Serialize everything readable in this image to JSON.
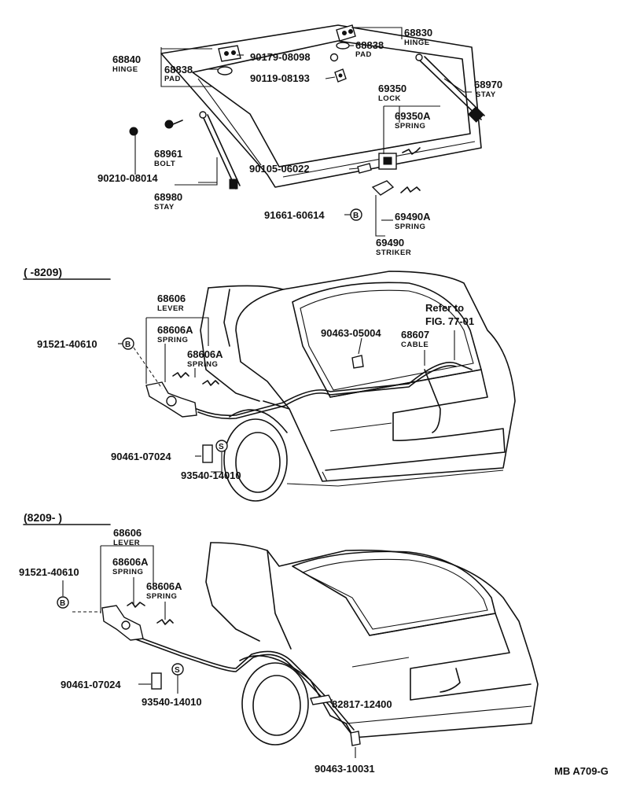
{
  "top": {
    "hinge_right": {
      "no": "68830",
      "name": "HINGE"
    },
    "pad_right": {
      "no": "68838",
      "name": "PAD"
    },
    "hinge_left": {
      "no": "68840",
      "name": "HINGE"
    },
    "pad_left": {
      "no": "68838",
      "name": "PAD"
    },
    "bolt_a": "90179-08098",
    "bolt_b": "90119-08193",
    "lock": {
      "no": "69350",
      "name": "LOCK"
    },
    "lock_spring": {
      "no": "69350A",
      "name": "SPRING"
    },
    "stay_right": {
      "no": "68970",
      "name": "STAY"
    },
    "bolt_left": {
      "no": "68961",
      "name": "BOLT"
    },
    "bolt_c": "90210-08014",
    "stay_left": {
      "no": "68980",
      "name": "STAY"
    },
    "screw": "90105-06022",
    "clip": "91661-60614",
    "striker_spring": {
      "no": "69490A",
      "name": "SPRING"
    },
    "striker": {
      "no": "69490",
      "name": "STRIKER"
    }
  },
  "mid": {
    "header": "(      -8209)",
    "lever": {
      "no": "68606",
      "name": "LEVER"
    },
    "spring1": {
      "no": "68606A",
      "name": "SPRING"
    },
    "spring2": {
      "no": "68606A",
      "name": "SPRING"
    },
    "screw": "91521-40610",
    "refer_line1": "Refer to",
    "refer_line2": "FIG. 77-01",
    "clamp": "90463-05004",
    "cable": {
      "no": "68607",
      "name": "CABLE"
    },
    "grommet": "90461-07024",
    "snap": "93540-14010"
  },
  "bot": {
    "header": "(8209-       )",
    "lever": {
      "no": "68606",
      "name": "LEVER"
    },
    "screw": "91521-40610",
    "spring1": {
      "no": "68606A",
      "name": "SPRING"
    },
    "spring2": {
      "no": "68606A",
      "name": "SPRING"
    },
    "grommet": "90461-07024",
    "snap": "93540-14010",
    "cover": "82817-12400",
    "clamp": "90463-10031"
  },
  "markers": {
    "b": "B",
    "s": "S"
  },
  "footer": "MB A709-G"
}
